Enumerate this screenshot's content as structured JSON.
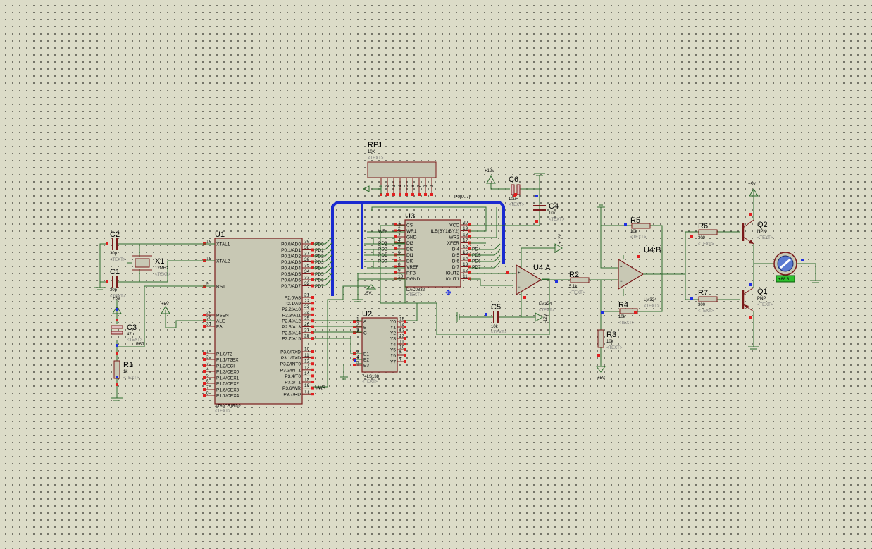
{
  "components": {
    "u1": {
      "ref": "U1",
      "part": "AT89C51RD2",
      "text": "<TEXT>",
      "left_pins": [
        {
          "num": "19",
          "name": "XTAL1"
        },
        {
          "num": "18",
          "name": "XTAL2"
        },
        {
          "num": "9",
          "name": "RST"
        },
        {
          "num": "29",
          "name": "PSEN"
        },
        {
          "num": "30",
          "name": "ALE"
        },
        {
          "num": "31",
          "name": "EA"
        },
        {
          "num": "1",
          "name": "P1.0/T2"
        },
        {
          "num": "2",
          "name": "P1.1/T2EX"
        },
        {
          "num": "3",
          "name": "P1.2/ECI"
        },
        {
          "num": "4",
          "name": "P1.3/CEX0"
        },
        {
          "num": "5",
          "name": "P1.4/CEX1"
        },
        {
          "num": "6",
          "name": "P1.5/CEX2"
        },
        {
          "num": "7",
          "name": "P1.6/CEX3"
        },
        {
          "num": "8",
          "name": "P1.7/CEX4"
        }
      ],
      "right_pins": [
        {
          "num": "39",
          "name": "P0.0/AD0",
          "net": "PD0"
        },
        {
          "num": "38",
          "name": "P0.1/AD1",
          "net": "PD1"
        },
        {
          "num": "37",
          "name": "P0.2/AD2",
          "net": "PD2"
        },
        {
          "num": "36",
          "name": "P0.3/AD3",
          "net": "PD3"
        },
        {
          "num": "35",
          "name": "P0.4/AD4",
          "net": "PD4"
        },
        {
          "num": "34",
          "name": "P0.5/AD5",
          "net": "PD5"
        },
        {
          "num": "33",
          "name": "P0.6/AD6",
          "net": "PD6"
        },
        {
          "num": "32",
          "name": "P0.7/AD7",
          "net": "PD7"
        },
        {
          "num": "21",
          "name": "P2.0/A8",
          "net": ""
        },
        {
          "num": "22",
          "name": "P2.1/A9",
          "net": ""
        },
        {
          "num": "23",
          "name": "P2.2/A10",
          "net": ""
        },
        {
          "num": "24",
          "name": "P2.3/A11",
          "net": ""
        },
        {
          "num": "25",
          "name": "P2.4/A12",
          "net": ""
        },
        {
          "num": "26",
          "name": "P2.5/A13",
          "net": ""
        },
        {
          "num": "27",
          "name": "P2.6/A14",
          "net": ""
        },
        {
          "num": "28",
          "name": "P2.7/A15",
          "net": ""
        },
        {
          "num": "10",
          "name": "P3.0/RXD",
          "net": ""
        },
        {
          "num": "11",
          "name": "P3.1/TXD",
          "net": ""
        },
        {
          "num": "12",
          "name": "P3.2/INT0",
          "net": ""
        },
        {
          "num": "13",
          "name": "P3.3/INT1",
          "net": ""
        },
        {
          "num": "14",
          "name": "P3.4/T0",
          "net": ""
        },
        {
          "num": "15",
          "name": "P3.5/T1",
          "net": ""
        },
        {
          "num": "16",
          "name": "P3.6/WR",
          "net": "WR"
        },
        {
          "num": "17",
          "name": "P3.7/RD",
          "net": ""
        }
      ]
    },
    "u2": {
      "ref": "U2",
      "part": "74LS138",
      "text": "<TEXT>",
      "left_pins": [
        {
          "num": "1",
          "name": "A"
        },
        {
          "num": "2",
          "name": "B"
        },
        {
          "num": "3",
          "name": "C"
        },
        {
          "num": "6",
          "name": "E1"
        },
        {
          "num": "4",
          "name": "E2"
        },
        {
          "num": "5",
          "name": "E3"
        }
      ],
      "right_pins": [
        {
          "num": "15",
          "name": "Y0"
        },
        {
          "num": "14",
          "name": "Y1"
        },
        {
          "num": "13",
          "name": "Y2"
        },
        {
          "num": "12",
          "name": "Y3"
        },
        {
          "num": "11",
          "name": "Y4"
        },
        {
          "num": "10",
          "name": "Y5"
        },
        {
          "num": "9",
          "name": "Y6"
        },
        {
          "num": "7",
          "name": "Y7"
        }
      ]
    },
    "u3": {
      "ref": "U3",
      "part": "DAC0832",
      "text": "<TEXT>",
      "left_pins": [
        {
          "num": "1",
          "name": "CS",
          "net": ""
        },
        {
          "num": "2",
          "name": "WR1",
          "net": "WR"
        },
        {
          "num": "3",
          "name": "GND",
          "net": ""
        },
        {
          "num": "4",
          "name": "DI3",
          "net": "PD3"
        },
        {
          "num": "5",
          "name": "DI2",
          "net": "PD2"
        },
        {
          "num": "6",
          "name": "DI1",
          "net": "PD1"
        },
        {
          "num": "7",
          "name": "DI0",
          "net": "PD0"
        },
        {
          "num": "8",
          "name": "VREF",
          "net": ""
        },
        {
          "num": "9",
          "name": "RFB",
          "net": ""
        },
        {
          "num": "10",
          "name": "DGND",
          "net": ""
        }
      ],
      "right_pins": [
        {
          "num": "20",
          "name": "VCC",
          "net": ""
        },
        {
          "num": "19",
          "name": "ILE(BY1/BY2)",
          "net": ""
        },
        {
          "num": "18",
          "name": "WR2",
          "net": ""
        },
        {
          "num": "17",
          "name": "XFER",
          "net": ""
        },
        {
          "num": "16",
          "name": "DI4",
          "net": "PD4"
        },
        {
          "num": "15",
          "name": "DI5",
          "net": "PD5"
        },
        {
          "num": "14",
          "name": "DI6",
          "net": "PD6"
        },
        {
          "num": "13",
          "name": "DI7",
          "net": "PD7"
        },
        {
          "num": "12",
          "name": "IOUT2",
          "net": ""
        },
        {
          "num": "11",
          "name": "IOUT1",
          "net": ""
        }
      ]
    },
    "rp1": {
      "ref": "RP1",
      "value": "10K",
      "text": "<TEXT>",
      "pins": [
        "1",
        "2",
        "3",
        "4",
        "5",
        "6",
        "7",
        "8",
        "9"
      ]
    },
    "x1": {
      "ref": "X1",
      "value": "12MHz",
      "text": "<TEXT>"
    },
    "c1": {
      "ref": "C1",
      "value": "30p",
      "text": "<TEXT>"
    },
    "c2": {
      "ref": "C2",
      "value": "30p",
      "text": "<TEXT>"
    },
    "c3": {
      "ref": "C3",
      "value": "47u",
      "text": "<TEXT>"
    },
    "r1": {
      "ref": "R1",
      "value": "1k",
      "text": "<TEXT>"
    },
    "c4": {
      "ref": "C4",
      "value": "10k",
      "text": "<TEXT>"
    },
    "c5": {
      "ref": "C5",
      "value": "10k",
      "text": "<TEXT>"
    },
    "c6": {
      "ref": "C6",
      "value": "10uF",
      "text": "<TEXT>"
    },
    "u4a": {
      "ref": "U4:A",
      "part": "LM324",
      "text": "<TEXT>"
    },
    "u4b": {
      "ref": "U4:B",
      "part": "LM324",
      "text": "<TEXT>"
    },
    "r2": {
      "ref": "R2",
      "value": "5.1k",
      "text": "<TEXT>"
    },
    "r3": {
      "ref": "R3",
      "value": "10k",
      "text": "<TEXT>"
    },
    "r4": {
      "ref": "R4",
      "value": "10k",
      "text": "<TEXT>"
    },
    "r5": {
      "ref": "R5",
      "value": "10k",
      "text": "<TEXT>"
    },
    "r6": {
      "ref": "R6",
      "value": "300",
      "text": "<TEXT>"
    },
    "r7": {
      "ref": "R7",
      "value": "300",
      "text": "<TEXT>"
    },
    "q1": {
      "ref": "Q1",
      "type": "PNP",
      "text": "<TEXT>"
    },
    "q2": {
      "ref": "Q2",
      "type": "NPN",
      "text": "<TEXT>"
    },
    "motor": {
      "readout": "+88.8"
    }
  },
  "nets": {
    "bus": "P0[0..7]",
    "rst": "RST",
    "wr": "WR",
    "supplies": {
      "p5v": "+5V",
      "m5v": "-5V",
      "p12v": "+12V",
      "m12v": "-12V"
    }
  },
  "colors": {
    "background": "#dcdcc8",
    "wire": "#2e6b2e",
    "part_outline": "#7a1a1a",
    "part_fill": "#c8c8b4",
    "bus": "#1a2ad0",
    "pin_red": "#e02020",
    "pin_blue": "#2030e0",
    "readout_bg": "#2ec02e"
  }
}
